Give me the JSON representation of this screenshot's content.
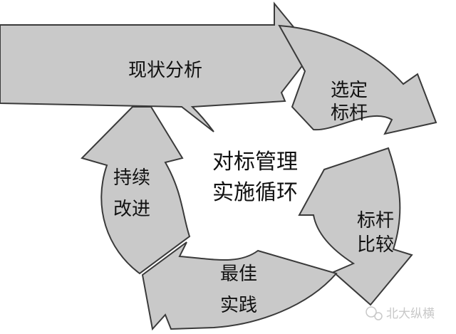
{
  "center": {
    "line1": "对标管理",
    "line2": "实施循环"
  },
  "steps": [
    {
      "lines": [
        "现状分析"
      ]
    },
    {
      "lines": [
        "选定",
        "标杆"
      ]
    },
    {
      "lines": [
        "标杆",
        "比较"
      ]
    },
    {
      "lines": [
        "最佳",
        "实践"
      ]
    },
    {
      "lines": [
        "持续",
        "改进"
      ]
    }
  ],
  "watermark": "北大纵横",
  "colors": {
    "fill": "#c9c9c9",
    "stroke": "#3a3a3a"
  }
}
